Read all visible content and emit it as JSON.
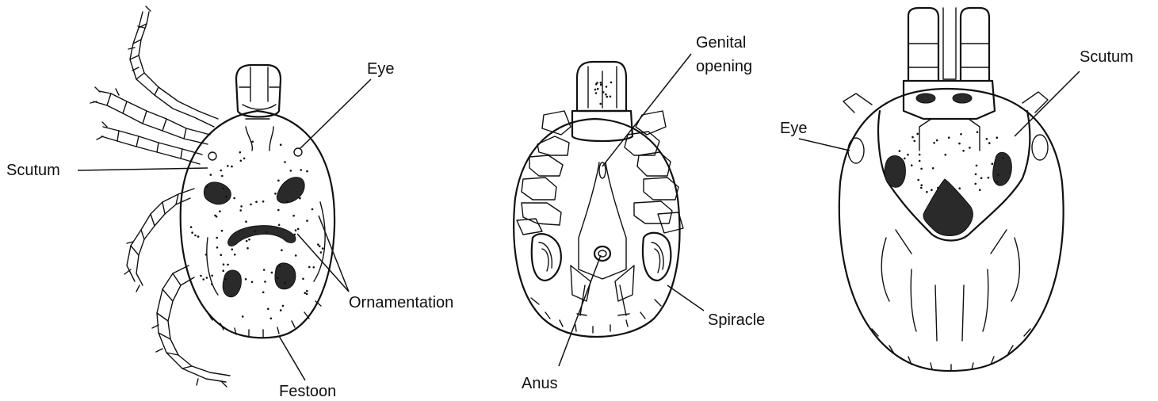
{
  "figures": [
    {
      "id": "dorsal-view",
      "labels": {
        "eye": "Eye",
        "scutum": "Scutum",
        "ornamentation": "Ornamentation",
        "festoon": "Festoon"
      }
    },
    {
      "id": "ventral-view",
      "labels": {
        "genital_opening_line1": "Genital",
        "genital_opening_line2": "opening",
        "spiracle": "Spiracle",
        "anus": "Anus"
      }
    },
    {
      "id": "female-dorsal-view",
      "labels": {
        "eye": "Eye",
        "scutum": "Scutum"
      }
    }
  ],
  "colors": {
    "ink": "#111111",
    "background": "#ffffff"
  }
}
